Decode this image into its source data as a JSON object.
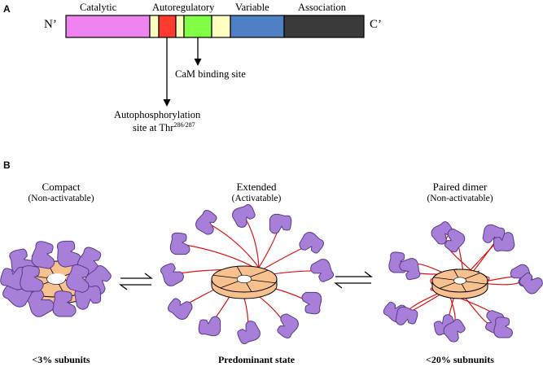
{
  "panel_a": {
    "label": "A",
    "n_terminus": "N’",
    "c_terminus": "C’",
    "domains": [
      {
        "name": "Catalytic",
        "color": "#ee82ee"
      },
      {
        "name": "Autoregulatory",
        "color": "#ff3b30"
      },
      {
        "name": "Variable",
        "color": "#4f7fc4"
      },
      {
        "name": "Association",
        "color": "#3a3a3a"
      }
    ],
    "cam_binding_color": "#80ff44",
    "linker_color": "#ffffc0",
    "cam_label": "CaM binding site",
    "autophos_line1": "Autophosphorylation",
    "autophos_line2_prefix": "site at Thr",
    "autophos_sup": "286/287"
  },
  "panel_b": {
    "label": "B",
    "states": [
      {
        "title": "Compact",
        "subtitle": "(Non-activatable)",
        "caption": "<3% subunits"
      },
      {
        "title": "Extended",
        "subtitle": "(Activatable)",
        "caption": "Predominant state"
      },
      {
        "title": "Paired dimer",
        "subtitle": "(Non-activatable)",
        "caption": "<20% subnunits"
      }
    ],
    "colors": {
      "hub": "#f6c08f",
      "kinase": "#a77fd8",
      "kinase_stroke": "#5a3a8a",
      "linker": "#e01010"
    }
  }
}
